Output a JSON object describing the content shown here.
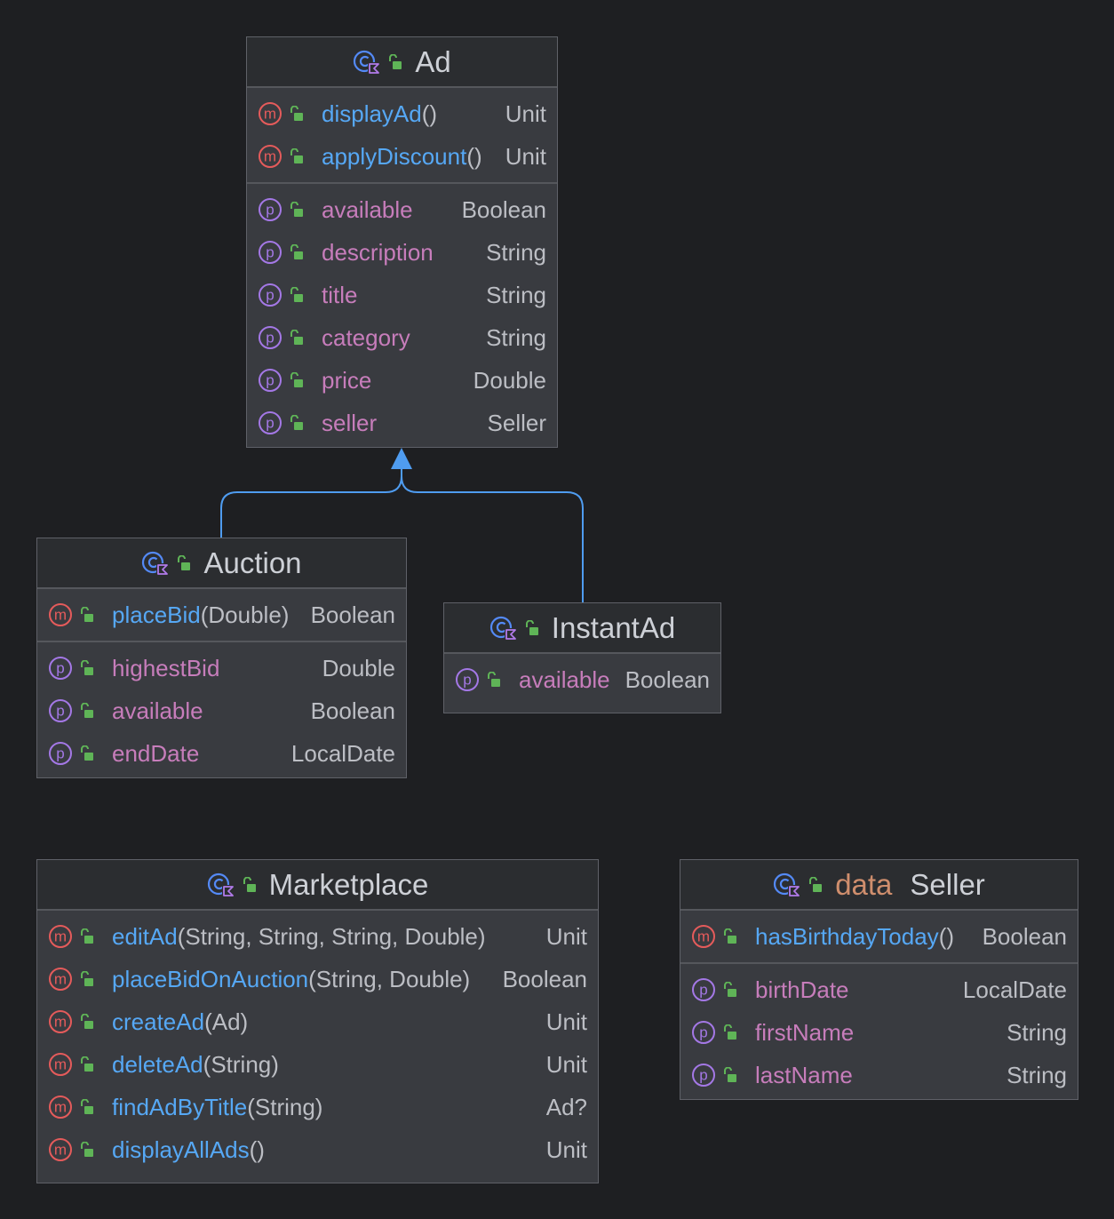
{
  "colors": {
    "background": "#1e1f22",
    "node_fill": "#393b40",
    "header_fill": "#2b2d30",
    "method_name": "#56a8f5",
    "property_name": "#c77dbb",
    "method_badge": "#e55b5b",
    "property_badge": "#a478e6",
    "keyword": "#cf8e6d",
    "inheritance_arrow": "#4f9cf0"
  },
  "icons": {
    "class": "class-icon",
    "visibility": "public-lock-icon",
    "method": "method-m-icon",
    "property": "property-p-icon"
  },
  "classes": {
    "ad": {
      "name": "Ad",
      "methods": [
        {
          "name": "displayAd",
          "params": "()",
          "type": "Unit"
        },
        {
          "name": "applyDiscount",
          "params": "()",
          "type": "Unit"
        }
      ],
      "properties": [
        {
          "name": "available",
          "type": "Boolean"
        },
        {
          "name": "description",
          "type": "String"
        },
        {
          "name": "title",
          "type": "String"
        },
        {
          "name": "category",
          "type": "String"
        },
        {
          "name": "price",
          "type": "Double"
        },
        {
          "name": "seller",
          "type": "Seller"
        }
      ]
    },
    "auction": {
      "name": "Auction",
      "methods": [
        {
          "name": "placeBid",
          "params": "(Double)",
          "type": "Boolean"
        }
      ],
      "properties": [
        {
          "name": "highestBid",
          "type": "Double"
        },
        {
          "name": "available",
          "type": "Boolean"
        },
        {
          "name": "endDate",
          "type": "LocalDate"
        }
      ]
    },
    "instantad": {
      "name": "InstantAd",
      "methods": [],
      "properties": [
        {
          "name": "available",
          "type": "Boolean"
        }
      ]
    },
    "marketplace": {
      "name": "Marketplace",
      "methods": [
        {
          "name": "editAd",
          "params": "(String, String, String, Double)",
          "type": "Unit"
        },
        {
          "name": "placeBidOnAuction",
          "params": "(String, Double)",
          "type": "Boolean"
        },
        {
          "name": "createAd",
          "params": "(Ad)",
          "type": "Unit"
        },
        {
          "name": "deleteAd",
          "params": "(String)",
          "type": "Unit"
        },
        {
          "name": "findAdByTitle",
          "params": "(String)",
          "type": "Ad?"
        },
        {
          "name": "displayAllAds",
          "params": "()",
          "type": "Unit"
        }
      ],
      "properties": []
    },
    "seller": {
      "keyword": "data",
      "name": "Seller",
      "methods": [
        {
          "name": "hasBirthdayToday",
          "params": "()",
          "type": "Boolean"
        }
      ],
      "properties": [
        {
          "name": "birthDate",
          "type": "LocalDate"
        },
        {
          "name": "firstName",
          "type": "String"
        },
        {
          "name": "lastName",
          "type": "String"
        }
      ]
    }
  },
  "relations": [
    {
      "kind": "inheritance",
      "from": "Auction",
      "to": "Ad"
    },
    {
      "kind": "inheritance",
      "from": "InstantAd",
      "to": "Ad"
    }
  ]
}
